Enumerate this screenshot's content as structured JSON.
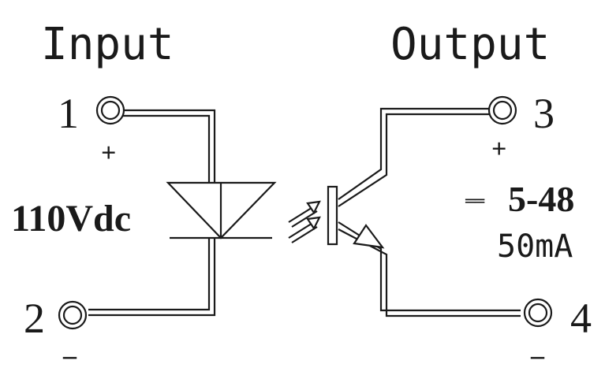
{
  "input": {
    "title": "Input",
    "terminal_pos": "1",
    "terminal_neg": "2",
    "plus": "+",
    "minus": "–",
    "voltage": "110Vdc"
  },
  "output": {
    "title": "Output",
    "terminal_pos": "3",
    "terminal_neg": "4",
    "plus": "+",
    "minus": "–",
    "dc_symbol": "══",
    "voltage": "5-48",
    "current": "50mA"
  },
  "colors": {
    "line": "#1a1a1a",
    "background": "#ffffff"
  }
}
